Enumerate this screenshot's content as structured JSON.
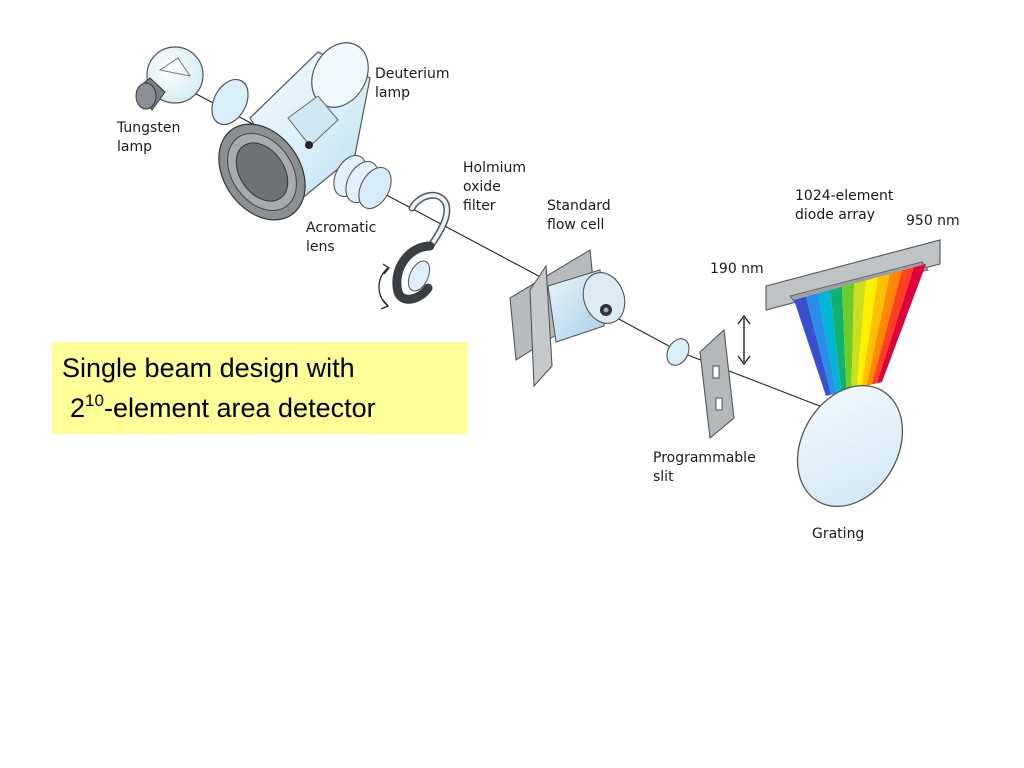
{
  "labels": {
    "deuterium_lamp": [
      "Deuterium",
      "lamp"
    ],
    "tungsten_lamp": [
      "Tungsten",
      "lamp"
    ],
    "acromatic_lens": [
      "Acromatic",
      "lens"
    ],
    "holmium_filter": [
      "Holmium",
      "oxide",
      "filter"
    ],
    "flow_cell": [
      "Standard",
      "flow cell"
    ],
    "diode_array": [
      "1024-element",
      "diode array"
    ],
    "nm_950": "950 nm",
    "nm_190": "190 nm",
    "slit": [
      "Programmable",
      "slit"
    ],
    "grating": "Grating"
  },
  "callout": {
    "line1": "Single beam design with",
    "line2_base": "2",
    "line2_exp": "10",
    "line2_rest": "-element area detector",
    "background": "#ffff99"
  },
  "colors": {
    "spectrum": [
      "#3a4fd0",
      "#2a8ee6",
      "#00b5d8",
      "#10b070",
      "#6ccc2a",
      "#c8e020",
      "#fff000",
      "#ffc000",
      "#ff8a00",
      "#ff4020",
      "#e0003a"
    ],
    "glass": "#dcf0fa",
    "metal": "#9a9a9a"
  }
}
